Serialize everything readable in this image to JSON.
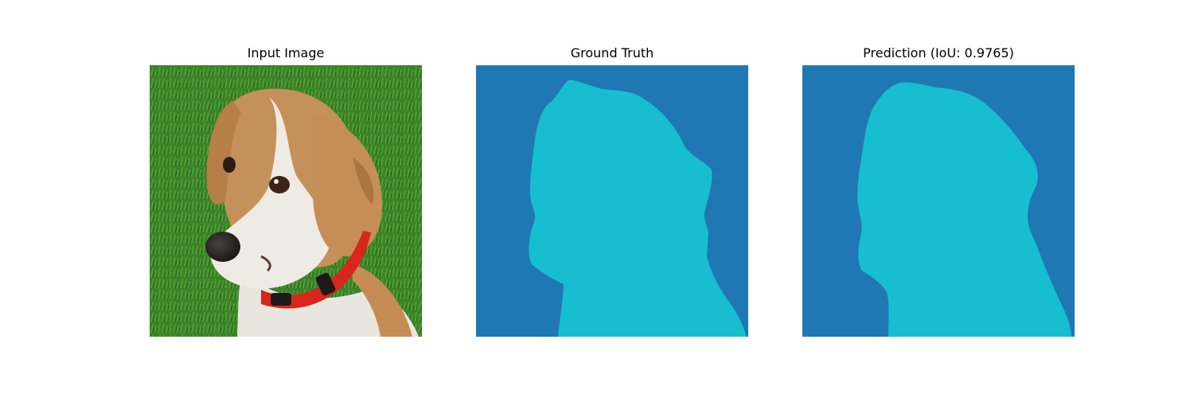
{
  "panels": [
    {
      "title": "Input Image"
    },
    {
      "title": "Ground Truth"
    },
    {
      "title": "Prediction (IoU: 0.9765)"
    }
  ],
  "colors": {
    "background_class": "#1f77b4",
    "foreground_class": "#17becf",
    "grass": "#3f8a2a",
    "dog_tan": "#c08a52",
    "dog_white": "#ebe8e2",
    "collar": "#d8261c",
    "nose": "#2a2424"
  },
  "image_description_icons": {
    "input": "beagle-photo-image",
    "truth": "segmentation-mask-image",
    "prediction": "segmentation-mask-image"
  }
}
